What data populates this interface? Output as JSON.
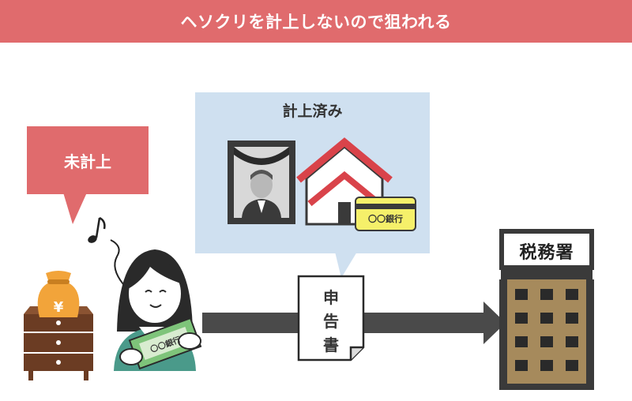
{
  "header": {
    "title": "ヘソクリを計上しないので狙われる"
  },
  "left_bubble": {
    "label": "未計上"
  },
  "right_bubble": {
    "label": "計上済み"
  },
  "bank_card": {
    "label": "〇〇銀行"
  },
  "cash_bill": {
    "label": "〇〇銀行"
  },
  "document": {
    "chars": [
      "申",
      "告",
      "書"
    ]
  },
  "tax_office": {
    "sign": "税務署"
  },
  "money_bag": {
    "symbol": "¥"
  },
  "colors": {
    "header_bg": "#e06b6d",
    "red_bubble": "#e06b6d",
    "blue_bubble": "#cfe0f0",
    "arrow": "#4a4a4a",
    "building": "#a68a5c",
    "dresser": "#6b3c23",
    "money_bag": "#f2a43a"
  }
}
